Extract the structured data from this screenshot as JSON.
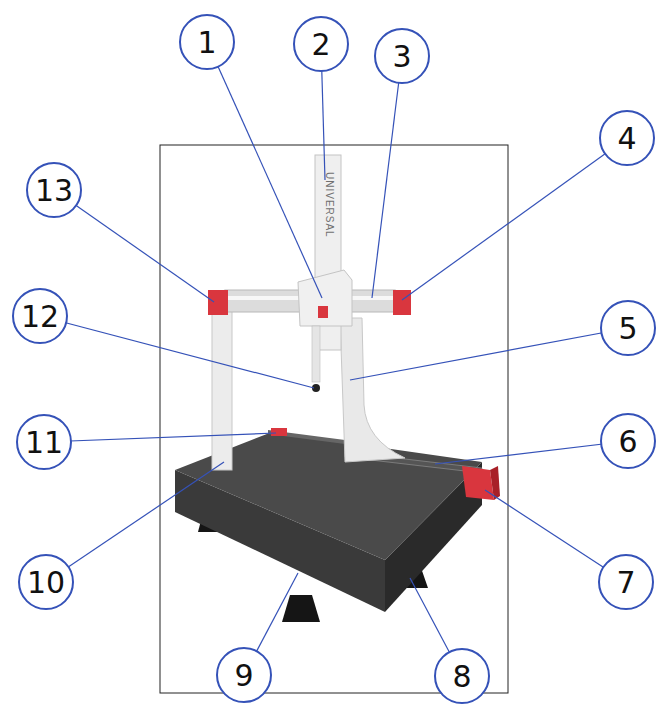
{
  "diagram": {
    "labels": [
      "1",
      "2",
      "3",
      "4",
      "5",
      "6",
      "7",
      "8",
      "9",
      "10",
      "11",
      "12",
      "13",
      "UNIVERSAL"
    ]
  }
}
